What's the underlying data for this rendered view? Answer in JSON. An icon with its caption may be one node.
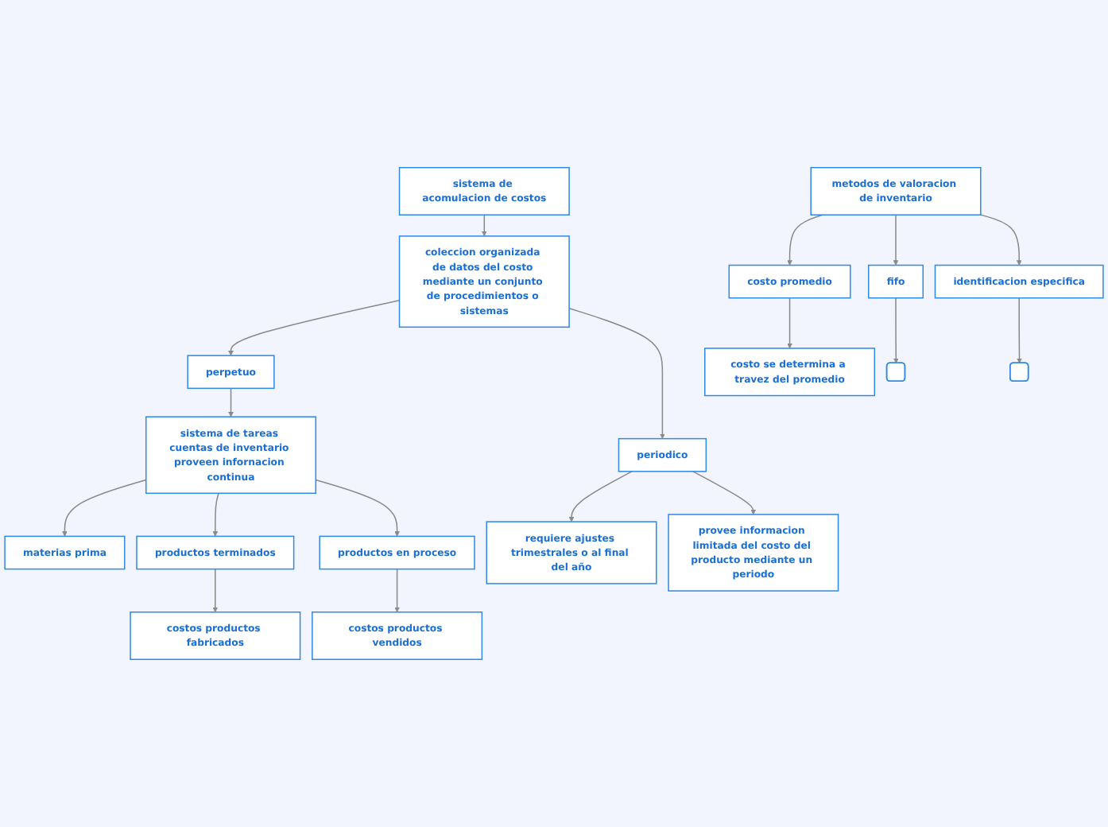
{
  "diagram": {
    "nodes": [
      {
        "text": [
          "sistema de acomulacion de costos"
        ]
      },
      {
        "text": [
          "coleccion organizada de datos del costo mediante un conjunto de procedimientos o sistemas"
        ]
      },
      {
        "text": [
          "perpetuo"
        ]
      },
      {
        "text": [
          "periodico"
        ]
      },
      {
        "text": [
          "sistema de tareas cuentas de inventario proveen infornacion continua"
        ]
      },
      {
        "text": [
          "materias prima"
        ]
      },
      {
        "text": [
          "productos terminados"
        ]
      },
      {
        "text": [
          "productos en proceso"
        ]
      },
      {
        "text": [
          "costos productos fabricados"
        ]
      },
      {
        "text": [
          "costos productos vendidos"
        ]
      },
      {
        "text": [
          "requiere ajustes trimestrales o al final del año"
        ]
      },
      {
        "text": [
          "provee informacion limitada del costo del producto mediante un periodo"
        ]
      },
      {
        "text": [
          "metodos de valoracion de inventario"
        ]
      },
      {
        "text": [
          "costo promedio"
        ]
      },
      {
        "text": [
          "fifo"
        ]
      },
      {
        "text": [
          "identificacion especifica"
        ]
      },
      {
        "text": [
          "costo se determina a travez del promedio"
        ]
      },
      {
        "text": [],
        "shape": "box"
      },
      {
        "text": [],
        "shape": "box"
      }
    ],
    "edges": [
      {
        "from": 0,
        "to": 1,
        "arrow": "to"
      },
      {
        "from": 1,
        "to": 2,
        "arrow": "to"
      },
      {
        "from": 1,
        "to": 3,
        "arrow": "to"
      },
      {
        "from": 2,
        "to": 4,
        "arrow": "to"
      },
      {
        "from": 4,
        "to": 5,
        "arrow": "to"
      },
      {
        "from": 4,
        "to": 6,
        "arrow": "to"
      },
      {
        "from": 4,
        "to": 7,
        "arrow": "to"
      },
      {
        "from": 6,
        "to": 8,
        "arrow": "to"
      },
      {
        "from": 7,
        "to": 9,
        "arrow": "to"
      },
      {
        "from": 3,
        "to": 10,
        "arrow": "to"
      },
      {
        "from": 3,
        "to": 11,
        "arrow": "to"
      },
      {
        "from": 12,
        "to": 13,
        "arrow": "to"
      },
      {
        "from": 12,
        "to": 14,
        "arrow": "to"
      },
      {
        "from": 12,
        "to": 15,
        "arrow": "to"
      },
      {
        "from": 13,
        "to": 16,
        "arrow": "to"
      },
      {
        "from": 14,
        "to": 17,
        "arrow": "to"
      },
      {
        "from": 15,
        "to": 18,
        "arrow": "to"
      }
    ]
  }
}
